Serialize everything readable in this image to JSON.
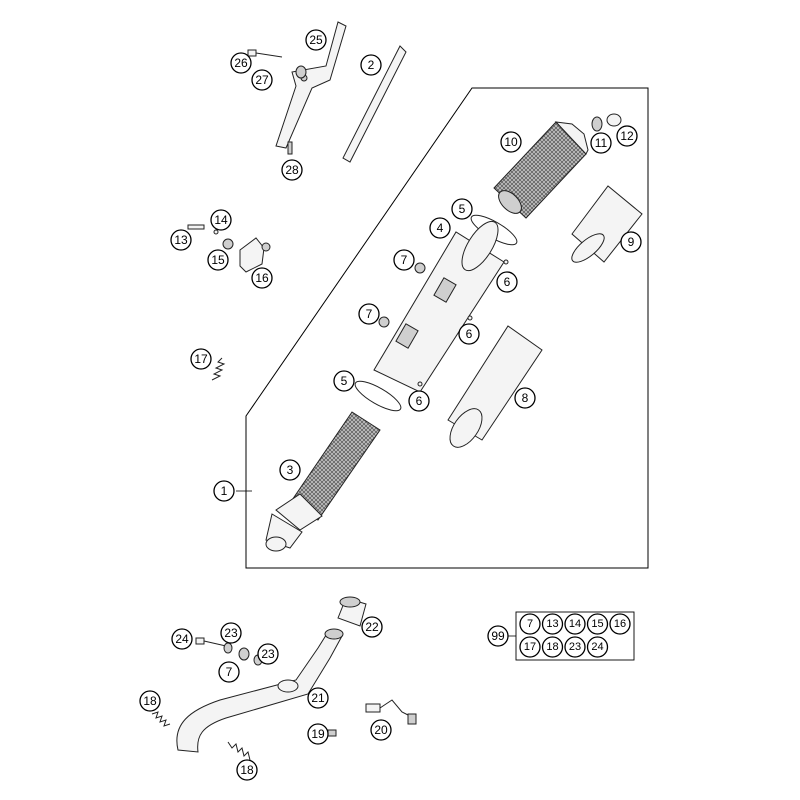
{
  "diagram": {
    "type": "exploded-parts-diagram",
    "callouts": {
      "c1": "1",
      "c2": "2",
      "c3": "3",
      "c4": "4",
      "c5a": "5",
      "c5b": "5",
      "c6a": "6",
      "c6b": "6",
      "c6c": "6",
      "c7a": "7",
      "c7b": "7",
      "c7c": "7",
      "c8": "8",
      "c9": "9",
      "c10": "10",
      "c11": "11",
      "c12": "12",
      "c13": "13",
      "c14": "14",
      "c15": "15",
      "c16": "16",
      "c17": "17",
      "c18a": "18",
      "c18b": "18",
      "c19": "19",
      "c20": "20",
      "c21": "21",
      "c22": "22",
      "c23a": "23",
      "c23b": "23",
      "c24": "24",
      "c25": "25",
      "c26": "26",
      "c27": "27",
      "c28": "28",
      "c99": "99"
    },
    "kit_99": [
      "7",
      "13",
      "14",
      "15",
      "16",
      "17",
      "18",
      "23",
      "24"
    ]
  }
}
